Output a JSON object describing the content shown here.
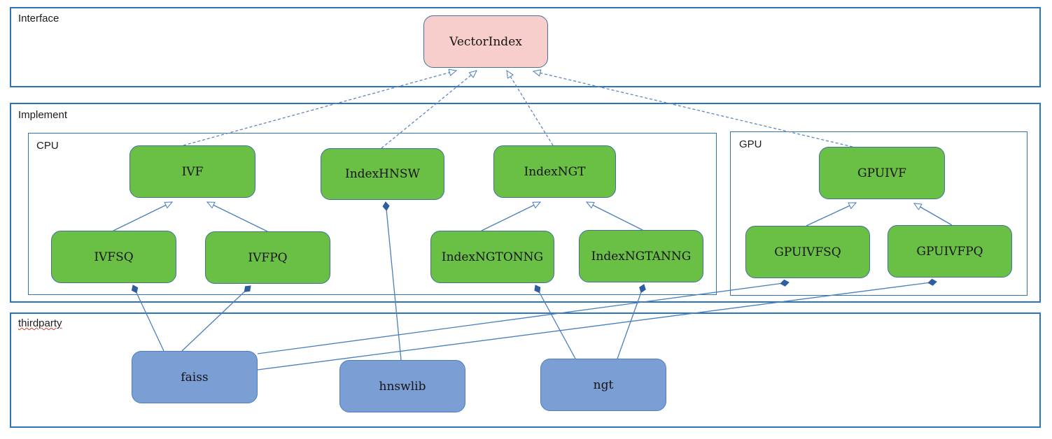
{
  "diagram": {
    "containers": {
      "interface": "Interface",
      "implement": "Implement",
      "cpu": "CPU",
      "gpu": "GPU",
      "thirdparty": "thirdparty"
    },
    "nodes": {
      "vectorindex": {
        "label": "VectorIndex",
        "type": "interface"
      },
      "ivf": {
        "label": "IVF",
        "type": "class"
      },
      "indexhnsw": {
        "label": "IndexHNSW",
        "type": "class"
      },
      "indexngt": {
        "label": "IndexNGT",
        "type": "class"
      },
      "ivfsq": {
        "label": "IVFSQ",
        "type": "class"
      },
      "ivfpq": {
        "label": "IVFPQ",
        "type": "class"
      },
      "indexngtonng": {
        "label": "IndexNGTONNG",
        "type": "class"
      },
      "indexngtanng": {
        "label": "IndexNGTANNG",
        "type": "class"
      },
      "gpuivf": {
        "label": "GPUIVF",
        "type": "class"
      },
      "gpuivfsq": {
        "label": "GPUIVFSQ",
        "type": "class"
      },
      "gpuivfpq": {
        "label": "GPUIVFPQ",
        "type": "class"
      },
      "faiss": {
        "label": "faiss",
        "type": "thirdparty"
      },
      "hnswlib": {
        "label": "hnswlib",
        "type": "thirdparty"
      },
      "ngt": {
        "label": "ngt",
        "type": "thirdparty"
      }
    },
    "edges": [
      {
        "from": "ivf",
        "to": "vectorindex",
        "relation": "realization"
      },
      {
        "from": "indexhnsw",
        "to": "vectorindex",
        "relation": "realization"
      },
      {
        "from": "indexngt",
        "to": "vectorindex",
        "relation": "realization"
      },
      {
        "from": "gpuivf",
        "to": "vectorindex",
        "relation": "realization"
      },
      {
        "from": "ivfsq",
        "to": "ivf",
        "relation": "generalization"
      },
      {
        "from": "ivfpq",
        "to": "ivf",
        "relation": "generalization"
      },
      {
        "from": "indexngtonng",
        "to": "indexngt",
        "relation": "generalization"
      },
      {
        "from": "indexngtanng",
        "to": "indexngt",
        "relation": "generalization"
      },
      {
        "from": "gpuivfsq",
        "to": "gpuivf",
        "relation": "generalization"
      },
      {
        "from": "gpuivfpq",
        "to": "gpuivf",
        "relation": "generalization"
      },
      {
        "from": "faiss",
        "to": "ivfsq",
        "relation": "composition"
      },
      {
        "from": "faiss",
        "to": "ivfpq",
        "relation": "composition"
      },
      {
        "from": "hnswlib",
        "to": "indexhnsw",
        "relation": "composition"
      },
      {
        "from": "ngt",
        "to": "indexngtonng",
        "relation": "composition"
      },
      {
        "from": "ngt",
        "to": "indexngtanng",
        "relation": "composition"
      },
      {
        "from": "faiss",
        "to": "gpuivfsq",
        "relation": "composition"
      },
      {
        "from": "faiss",
        "to": "gpuivfpq",
        "relation": "composition"
      }
    ],
    "colors": {
      "interface_fill": "#f8cecc",
      "class_fill": "#6abf45",
      "thirdparty_fill": "#7b9fd4",
      "thirdparty_border": "#4a7ebf",
      "node_border": "#41719c",
      "container_border": "#2e75b6",
      "edge": "#4a7ebf",
      "diamond_fill": "#2f5e9e",
      "spellcheck_underline": "#d23f31"
    }
  }
}
